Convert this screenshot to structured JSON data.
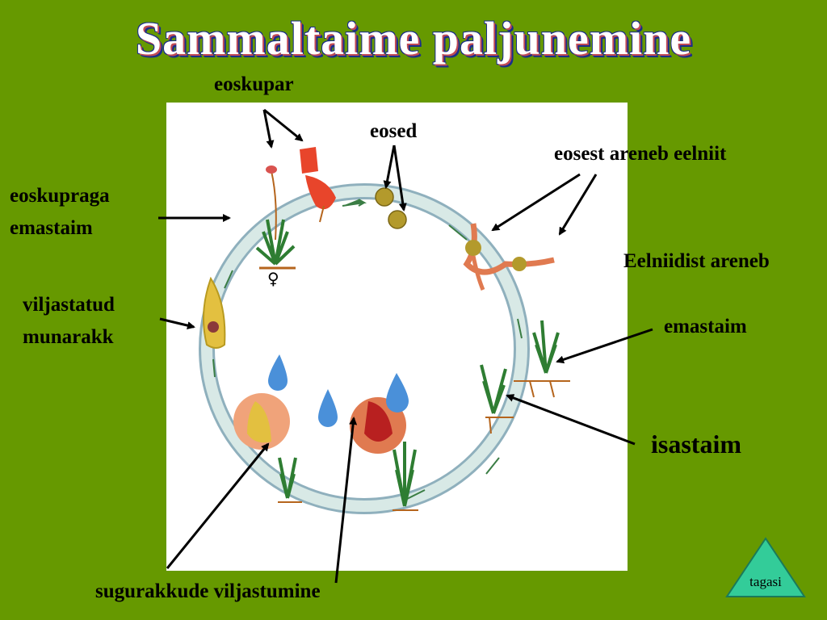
{
  "title": "Sammaltaime paljunemine",
  "labels": {
    "eoskupar": "eoskupar",
    "eosed": "eosed",
    "eosest_areneb": "eosest areneb eelniit",
    "eoskupraga_1": "eoskupraga",
    "eoskupraga_2": "emastaim",
    "eelniidist": "Eelniidist areneb",
    "emastaim": "emastaim",
    "viljastatud_1": "viljastatud",
    "viljastatud_2": "munarakk",
    "isastaim": "isastaim",
    "sugurakkude": "sugurakkude viljastumine"
  },
  "symbols": {
    "female": "♀"
  },
  "back_button": {
    "label": "tagasi",
    "color": "#33cc99"
  },
  "colors": {
    "background": "#669900",
    "ring": "#c9dde0",
    "ring_dark": "#8fb0bd"
  }
}
